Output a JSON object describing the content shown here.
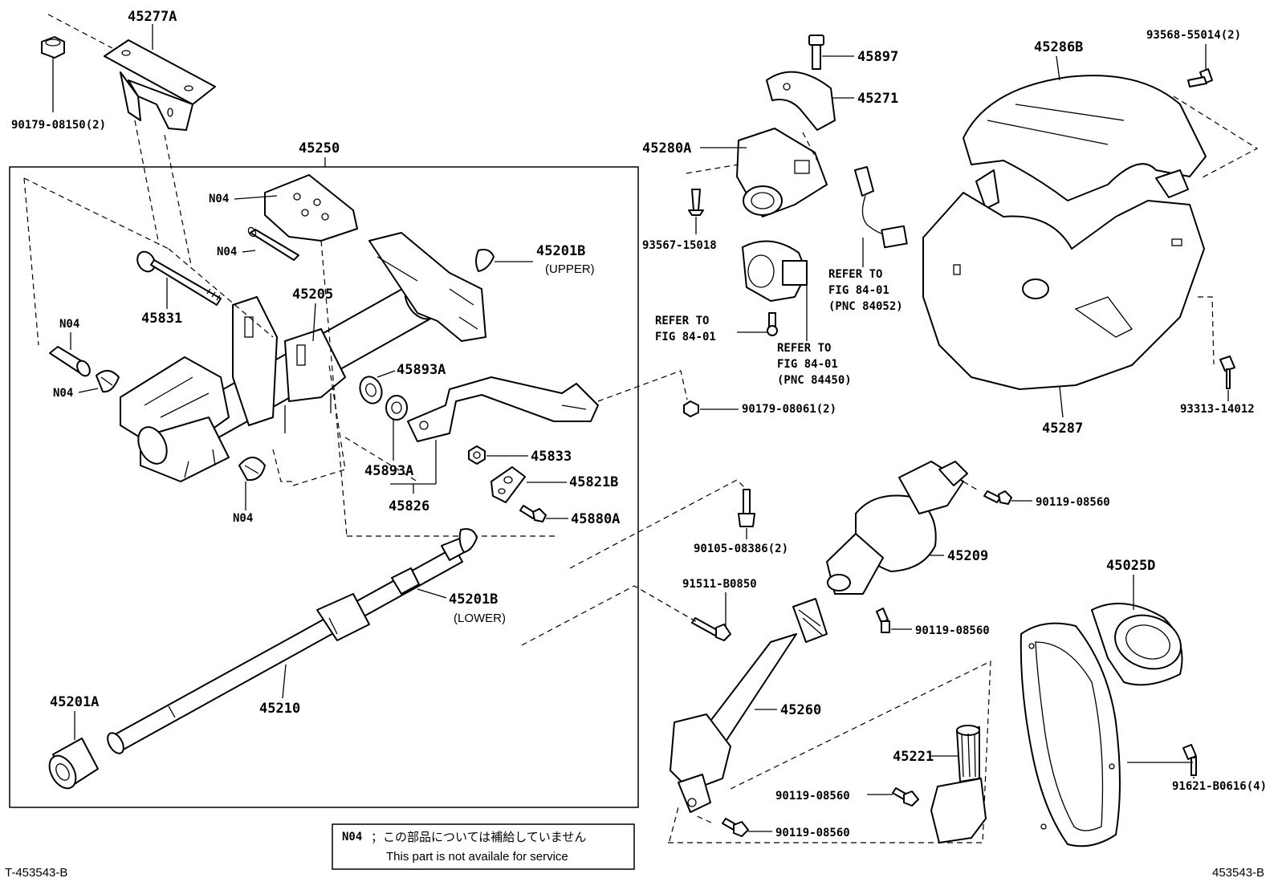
{
  "diagram": {
    "group_label": "45250",
    "labels": {
      "p45277A": "45277A",
      "p90179_08150": "90179-08150(2)",
      "pN04_top": "N04",
      "pN04_pin": "N04",
      "pN04_sleeve": "N04",
      "pN04_clip": "N04",
      "pN04_bottom": "N04",
      "p45831": "45831",
      "p45205": "45205",
      "p45201B_upper": "45201B",
      "p45201B_upper_sub": "(UPPER)",
      "p45893A_top": "45893A",
      "p45893A_bottom": "45893A",
      "p45833": "45833",
      "p45821B": "45821B",
      "p45826": "45826",
      "p45880A": "45880A",
      "p45201B_lower": "45201B",
      "p45201B_lower_sub": "(LOWER)",
      "p45210": "45210",
      "p45201A": "45201A",
      "p45897": "45897",
      "p45271": "45271",
      "p45280A": "45280A",
      "p93567_15018": "93567-15018",
      "p90179_08061": "90179-08061(2)",
      "p90105_08386": "90105-08386(2)",
      "p91511_B0850": "91511-B0850",
      "p45286B": "45286B",
      "p93568_55014": "93568-55014(2)",
      "p45287": "45287",
      "p93313_14012": "93313-14012",
      "p90119_08560_a": "90119-08560",
      "p45209": "45209",
      "p90119_08560_b": "90119-08560",
      "p45260": "45260",
      "p45221": "45221",
      "p90119_08560_c": "90119-08560",
      "p90119_08560_d": "90119-08560",
      "p45025D": "45025D",
      "p91621_B0616": "91621-B0616(4)"
    },
    "references": {
      "ref1_line1": "REFER TO",
      "ref1_line2": "FIG 84-01",
      "ref1_line3": "(PNC 84052)",
      "ref2_line1": "REFER TO",
      "ref2_line2": "FIG 84-01",
      "ref3_line1": "REFER TO",
      "ref3_line2": "FIG 84-01",
      "ref3_line3": "(PNC 84450)"
    },
    "note": {
      "code": "N04",
      "japanese": "；この部品については補給していません",
      "english": "This part is not availale for service"
    },
    "footer": {
      "left_code": "T-453543-B",
      "right_code": "453543-B"
    }
  }
}
